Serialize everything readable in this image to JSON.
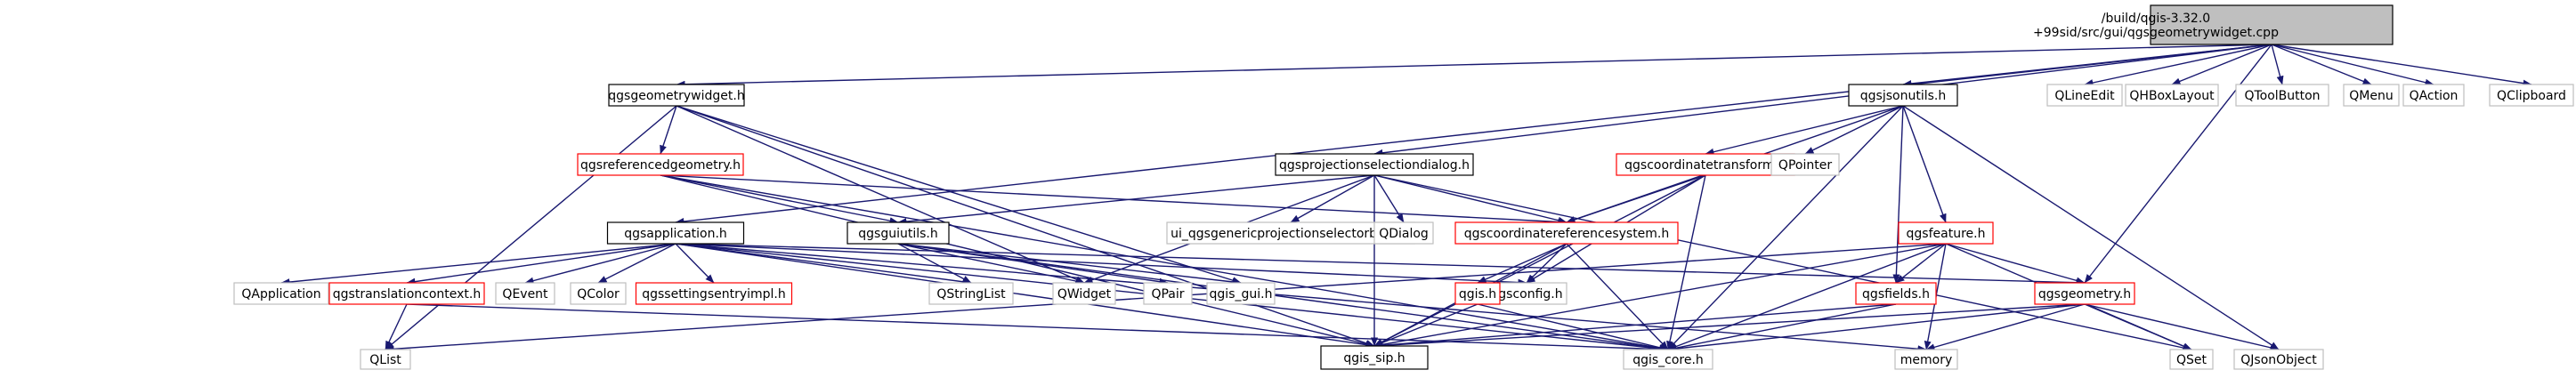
{
  "colors": {
    "edge": "#191970",
    "root_fill": "#bfbfbf",
    "root_border": "#000000",
    "documented_border": "#000000",
    "undocumented_border": "#ff0000",
    "external_border": "#bfbfbf",
    "node_fill": "#ffffff"
  },
  "nodes": [
    {
      "id": "root",
      "lines": [
        "/build/qgis-3.32.0",
        "+99sid/src/gui/qgsgeometrywidget.cpp"
      ],
      "kind": "root"
    },
    {
      "id": "gw",
      "lines": [
        "qgsgeometrywidget.h"
      ],
      "kind": "documented"
    },
    {
      "id": "refgeom",
      "lines": [
        "qgsreferencedgeometry.h"
      ],
      "kind": "undocumented"
    },
    {
      "id": "app",
      "lines": [
        "qgsapplication.h"
      ],
      "kind": "documented"
    },
    {
      "id": "qapp",
      "lines": [
        "QApplication"
      ],
      "kind": "external"
    },
    {
      "id": "trans",
      "lines": [
        "qgstranslationcontext.h"
      ],
      "kind": "undocumented"
    },
    {
      "id": "qevent",
      "lines": [
        "QEvent"
      ],
      "kind": "external"
    },
    {
      "id": "qcolor",
      "lines": [
        "QColor"
      ],
      "kind": "external"
    },
    {
      "id": "settings",
      "lines": [
        "qgssettingsentryimpl.h"
      ],
      "kind": "undocumented"
    },
    {
      "id": "guiutils",
      "lines": [
        "qgsguiutils.h"
      ],
      "kind": "documented"
    },
    {
      "id": "qstringlist",
      "lines": [
        "QStringList"
      ],
      "kind": "external"
    },
    {
      "id": "qwidget",
      "lines": [
        "QWidget"
      ],
      "kind": "external"
    },
    {
      "id": "qpair",
      "lines": [
        "QPair"
      ],
      "kind": "external"
    },
    {
      "id": "gisgui",
      "lines": [
        "qgis_gui.h"
      ],
      "kind": "external"
    },
    {
      "id": "projdlg",
      "lines": [
        "qgsprojectionselectiondialog.h"
      ],
      "kind": "documented"
    },
    {
      "id": "uiproj",
      "lines": [
        "ui_qgsgenericprojectionselectorbase.h"
      ],
      "kind": "external"
    },
    {
      "id": "qdialog",
      "lines": [
        "QDialog"
      ],
      "kind": "external"
    },
    {
      "id": "crs",
      "lines": [
        "qgscoordinatereferencesystem.h"
      ],
      "kind": "undocumented"
    },
    {
      "id": "config",
      "lines": [
        "qgsconfig.h"
      ],
      "kind": "external"
    },
    {
      "id": "qgish",
      "lines": [
        "qgis.h"
      ],
      "kind": "undocumented"
    },
    {
      "id": "json",
      "lines": [
        "qgsjsonutils.h"
      ],
      "kind": "documented"
    },
    {
      "id": "cotrans",
      "lines": [
        "qgscoordinatetransform.h"
      ],
      "kind": "undocumented"
    },
    {
      "id": "qpointer",
      "lines": [
        "QPointer"
      ],
      "kind": "external"
    },
    {
      "id": "feature",
      "lines": [
        "qgsfeature.h"
      ],
      "kind": "undocumented"
    },
    {
      "id": "fields",
      "lines": [
        "qgsfields.h"
      ],
      "kind": "undocumented"
    },
    {
      "id": "geom",
      "lines": [
        "qgsgeometry.h"
      ],
      "kind": "undocumented"
    },
    {
      "id": "qlist",
      "lines": [
        "QList"
      ],
      "kind": "external"
    },
    {
      "id": "sip",
      "lines": [
        "qgis_sip.h"
      ],
      "kind": "documented"
    },
    {
      "id": "core",
      "lines": [
        "qgis_core.h"
      ],
      "kind": "external"
    },
    {
      "id": "memory",
      "lines": [
        "memory"
      ],
      "kind": "external"
    },
    {
      "id": "qset",
      "lines": [
        "QSet"
      ],
      "kind": "external"
    },
    {
      "id": "qjson",
      "lines": [
        "QJsonObject"
      ],
      "kind": "external"
    },
    {
      "id": "qlineedit",
      "lines": [
        "QLineEdit"
      ],
      "kind": "external"
    },
    {
      "id": "qhbox",
      "lines": [
        "QHBoxLayout"
      ],
      "kind": "external"
    },
    {
      "id": "qtoolbutton",
      "lines": [
        "QToolButton"
      ],
      "kind": "external"
    },
    {
      "id": "qmenu",
      "lines": [
        "QMenu"
      ],
      "kind": "external"
    },
    {
      "id": "qaction",
      "lines": [
        "QAction"
      ],
      "kind": "external"
    },
    {
      "id": "qclipboard",
      "lines": [
        "QClipboard"
      ],
      "kind": "external"
    }
  ],
  "edges": [
    [
      "root",
      "gw"
    ],
    [
      "root",
      "app"
    ],
    [
      "root",
      "projdlg"
    ],
    [
      "root",
      "json"
    ],
    [
      "root",
      "geom"
    ],
    [
      "root",
      "qlineedit"
    ],
    [
      "root",
      "qhbox"
    ],
    [
      "root",
      "qtoolbutton"
    ],
    [
      "root",
      "qmenu"
    ],
    [
      "root",
      "qaction"
    ],
    [
      "root",
      "qclipboard"
    ],
    [
      "gw",
      "refgeom"
    ],
    [
      "gw",
      "qwidget"
    ],
    [
      "gw",
      "gisgui"
    ],
    [
      "gw",
      "sip"
    ],
    [
      "gw",
      "qlist"
    ],
    [
      "refgeom",
      "crs"
    ],
    [
      "refgeom",
      "sip"
    ],
    [
      "refgeom",
      "core"
    ],
    [
      "refgeom",
      "guiutils"
    ],
    [
      "app",
      "qapp"
    ],
    [
      "app",
      "trans"
    ],
    [
      "app",
      "qevent"
    ],
    [
      "app",
      "qcolor"
    ],
    [
      "app",
      "settings"
    ],
    [
      "app",
      "qstringlist"
    ],
    [
      "app",
      "config"
    ],
    [
      "app",
      "sip"
    ],
    [
      "app",
      "core"
    ],
    [
      "app",
      "geom"
    ],
    [
      "app",
      "memory"
    ],
    [
      "trans",
      "qlist"
    ],
    [
      "trans",
      "core"
    ],
    [
      "guiutils",
      "qstringlist"
    ],
    [
      "guiutils",
      "qwidget"
    ],
    [
      "guiutils",
      "qpair"
    ],
    [
      "guiutils",
      "gisgui"
    ],
    [
      "guiutils",
      "core"
    ],
    [
      "projdlg",
      "guiutils"
    ],
    [
      "projdlg",
      "uiproj"
    ],
    [
      "projdlg",
      "qdialog"
    ],
    [
      "projdlg",
      "crs"
    ],
    [
      "projdlg",
      "sip"
    ],
    [
      "projdlg",
      "qset"
    ],
    [
      "projdlg",
      "qwidget"
    ],
    [
      "crs",
      "qgish"
    ],
    [
      "crs",
      "config"
    ],
    [
      "crs",
      "sip"
    ],
    [
      "crs",
      "core"
    ],
    [
      "qgish",
      "sip"
    ],
    [
      "qgish",
      "core"
    ],
    [
      "json",
      "cotrans"
    ],
    [
      "json",
      "crs"
    ],
    [
      "json",
      "qpointer"
    ],
    [
      "json",
      "feature"
    ],
    [
      "json",
      "fields"
    ],
    [
      "json",
      "core"
    ],
    [
      "json",
      "qjson"
    ],
    [
      "cotrans",
      "crs"
    ],
    [
      "cotrans",
      "config"
    ],
    [
      "cotrans",
      "sip"
    ],
    [
      "cotrans",
      "core"
    ],
    [
      "feature",
      "fields"
    ],
    [
      "feature",
      "geom"
    ],
    [
      "feature",
      "qlist"
    ],
    [
      "feature",
      "sip"
    ],
    [
      "feature",
      "core"
    ],
    [
      "feature",
      "memory"
    ],
    [
      "feature",
      "qset"
    ],
    [
      "fields",
      "sip"
    ],
    [
      "fields",
      "core"
    ],
    [
      "geom",
      "sip"
    ],
    [
      "geom",
      "core"
    ],
    [
      "geom",
      "memory"
    ],
    [
      "geom",
      "qset"
    ],
    [
      "geom",
      "qjson"
    ]
  ]
}
